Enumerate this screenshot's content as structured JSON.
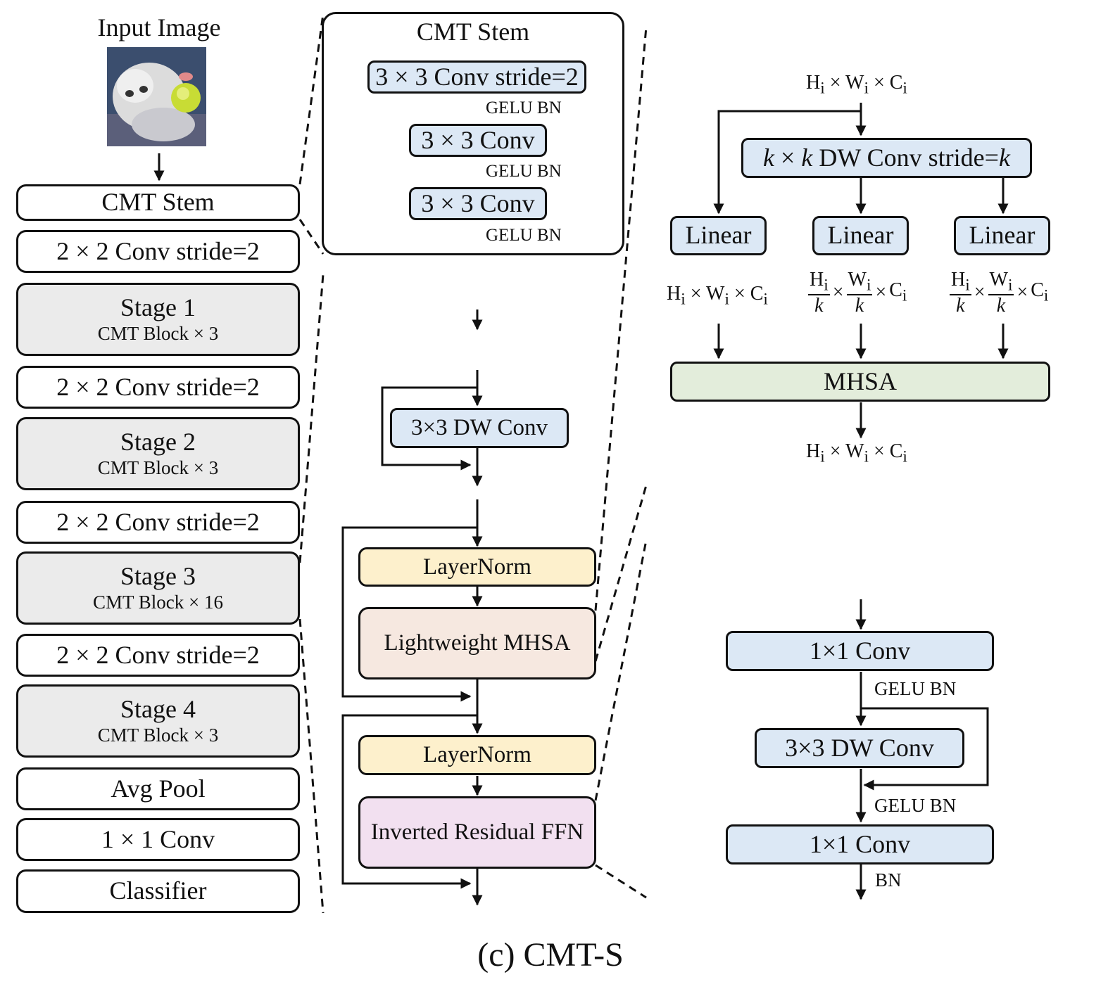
{
  "input": {
    "label": "Input Image"
  },
  "left_column": [
    {
      "title": "CMT Stem",
      "sub": "",
      "style": "white"
    },
    {
      "title": "2 × 2 Conv stride=2",
      "sub": "",
      "style": "white"
    },
    {
      "title": "Stage 1",
      "sub": "CMT Block × 3",
      "style": "gray"
    },
    {
      "title": "2 × 2 Conv stride=2",
      "sub": "",
      "style": "white"
    },
    {
      "title": "Stage 2",
      "sub": "CMT Block × 3",
      "style": "gray"
    },
    {
      "title": "2 × 2 Conv stride=2",
      "sub": "",
      "style": "white"
    },
    {
      "title": "Stage 3",
      "sub": "CMT Block × 16",
      "style": "gray"
    },
    {
      "title": "2 × 2 Conv stride=2",
      "sub": "",
      "style": "white"
    },
    {
      "title": "Stage 4",
      "sub": "CMT Block × 3",
      "style": "gray"
    },
    {
      "title": "Avg Pool",
      "sub": "",
      "style": "white"
    },
    {
      "title": "1 × 1 Conv",
      "sub": "",
      "style": "white"
    },
    {
      "title": "Classifier",
      "sub": "",
      "style": "white"
    }
  ],
  "stem": {
    "title": "CMT Stem",
    "conv1": "3 × 3 Conv stride=2",
    "conv2": "3 × 3 Conv",
    "conv3": "3 × 3 Conv",
    "act1": "GELU BN",
    "act2": "GELU BN",
    "act3": "GELU BN"
  },
  "block": {
    "title": "CMT Block",
    "lpu_title": "Local Perception Unit",
    "dwconv": "3×3 DW Conv",
    "layernorm1": "LayerNorm",
    "mhsa": "Lightweight MHSA",
    "layernorm2": "LayerNorm",
    "irffn": "Inverted Residual FFN"
  },
  "mhsa_panel": {
    "title": "Lightweight MHSA",
    "in_H": "H",
    "in_W": "W",
    "in_C": "C",
    "sub_i": "i",
    "times": "×",
    "dwconv_k1": "k",
    "dwconv_mid": " × ",
    "dwconv_k2": "k",
    "dwconv_text": " DW Conv stride=",
    "dwconv_k3": "k",
    "linear1": "Linear",
    "linear2": "Linear",
    "linear3": "Linear",
    "frac_k": "k",
    "mhsa": "MHSA"
  },
  "ffn_panel": {
    "title": "Inverted Residual FFN",
    "conv1": "1×1 Conv",
    "act1": "GELU BN",
    "dwconv": "3×3 DW Conv",
    "act2": "GELU BN",
    "conv2": "1×1 Conv",
    "act3": "BN"
  },
  "caption": "(c) CMT-S",
  "colors": {
    "white": "#ffffff",
    "gray": "#ebebeb",
    "blue": "#dce8f5",
    "green": "#e3eddb",
    "yellow": "#fdf0cc",
    "peach": "#f6e8e0",
    "pink": "#f2e0f0"
  }
}
